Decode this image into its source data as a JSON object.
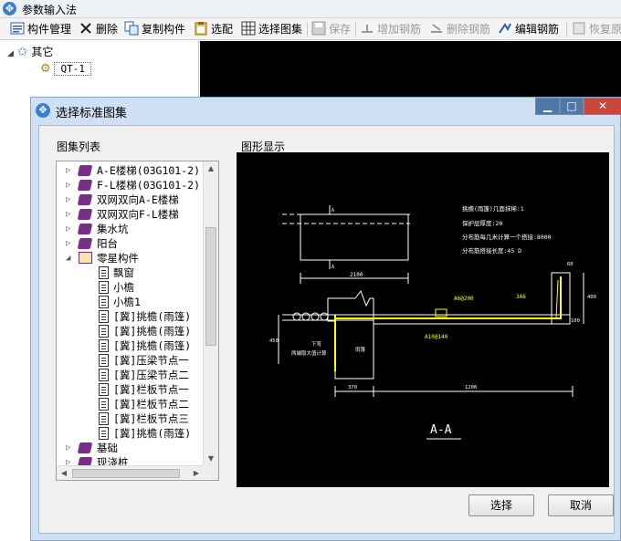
{
  "app": {
    "title": "参数输入法"
  },
  "toolbar": {
    "component_mgmt": "构件管理",
    "delete": "删除",
    "copy_component": "复制构件",
    "select_fit": "选配",
    "select_atlas": "选择图集",
    "save": "保存",
    "add_rebar": "增加钢筋",
    "delete_rebar": "删除钢筋",
    "edit_rebar": "编辑钢筋",
    "restore": "恢复原"
  },
  "tree": {
    "root": "其它",
    "child": "QT-1"
  },
  "dialog": {
    "title": "选择标准图集",
    "list_label": "图集列表",
    "preview_label": "图形显示",
    "items": [
      {
        "label": "A-E楼梯(03G101-2)",
        "type": "book"
      },
      {
        "label": "F-L楼梯(03G101-2)",
        "type": "book"
      },
      {
        "label": "双网双向A-E楼梯",
        "type": "book"
      },
      {
        "label": "双网双向F-L楼梯",
        "type": "book"
      },
      {
        "label": "集水坑",
        "type": "book"
      },
      {
        "label": "阳台",
        "type": "book"
      },
      {
        "label": "零星构件",
        "type": "open"
      },
      {
        "label": "飘窗",
        "type": "doc"
      },
      {
        "label": "小檐",
        "type": "doc"
      },
      {
        "label": "小檐1",
        "type": "doc"
      },
      {
        "label": "[冀]挑檐(雨篷)",
        "type": "doc"
      },
      {
        "label": "[冀]挑檐(雨篷)",
        "type": "doc"
      },
      {
        "label": "[冀]挑檐(雨篷)",
        "type": "doc"
      },
      {
        "label": "[冀]压梁节点一",
        "type": "doc"
      },
      {
        "label": "[冀]压梁节点二",
        "type": "doc"
      },
      {
        "label": "[冀]栏板节点一",
        "type": "doc"
      },
      {
        "label": "[冀]栏板节点二",
        "type": "doc"
      },
      {
        "label": "[冀]栏板节点三",
        "type": "doc"
      },
      {
        "label": "[冀]挑檐(雨篷)",
        "type": "doc"
      },
      {
        "label": "基础",
        "type": "book"
      },
      {
        "label": "现浇桩",
        "type": "book"
      }
    ],
    "select_button": "选择",
    "cancel_button": "取消",
    "window_min": "▁",
    "window_max": "□",
    "window_close": "✕"
  },
  "drawing": {
    "notes": [
      "挑檐(雨篷)几面抹稀:1",
      "保护层厚度:20",
      "分布筋每几米计算一个搭接:8000",
      "分布筋搭接长度:45 D"
    ],
    "dims": [
      "2100",
      "1200",
      "370",
      "60",
      "100",
      "450",
      "400"
    ],
    "rebar_labels": [
      "A6@200",
      "A10@140",
      "3A6"
    ],
    "labels": [
      "下弯",
      "两端取大值计算",
      "雨篷"
    ],
    "section_title": "A-A",
    "section_mark": "A"
  },
  "colors": {
    "accent": "#3a7fd0",
    "dialog_frame": "#cfe0f2",
    "canvas": "#000000",
    "drawing_line": "#ffffff",
    "drawing_rebar": "#ffff00",
    "drawing_text": "#00ff00"
  }
}
